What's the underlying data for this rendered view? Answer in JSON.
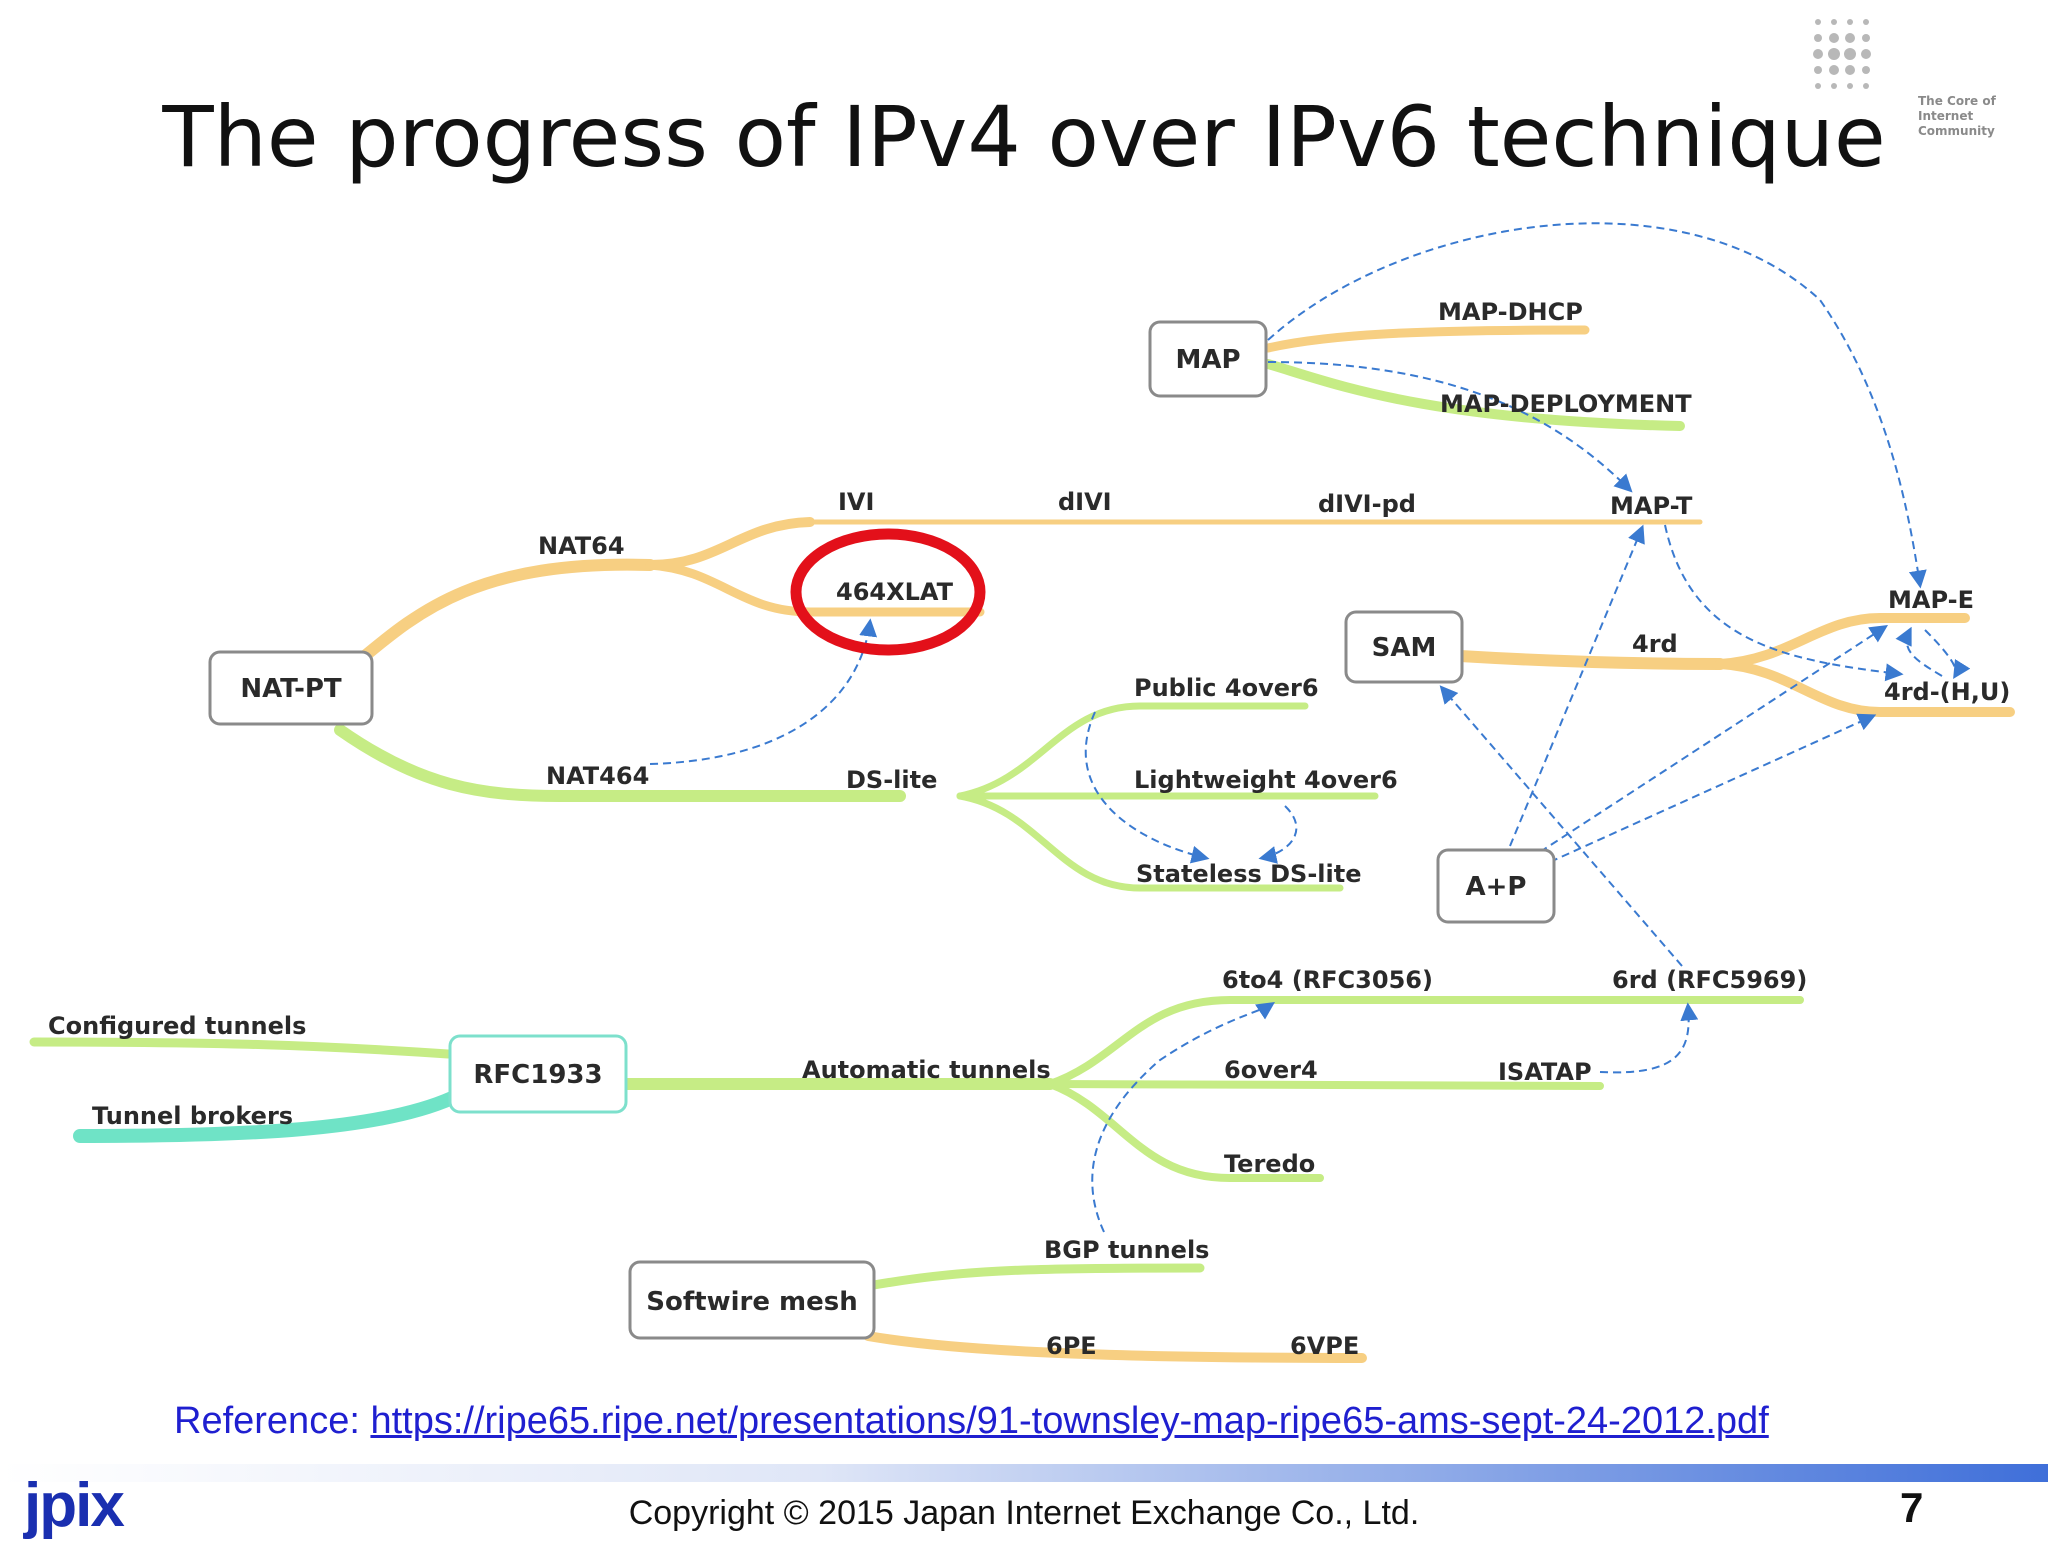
{
  "title": "The progress of IPv4 over IPv6 technique",
  "logo": {
    "line1": "The Core of",
    "line2": "Internet Community"
  },
  "nodes": {
    "map": "MAP",
    "nat_pt": "NAT-PT",
    "sam": "SAM",
    "a_p": "A+P",
    "rfc1933": "RFC1933",
    "softwire": "Softwire mesh"
  },
  "labels": {
    "map_dhcp": "MAP-DHCP",
    "map_deployment": "MAP-DEPLOYMENT",
    "ivi": "IVI",
    "divi": "dIVI",
    "divi_pd": "dIVI-pd",
    "map_t": "MAP-T",
    "nat64": "NAT64",
    "xlat": "464XLAT",
    "map_e": "MAP-E",
    "fourrd": "4rd",
    "fourrd_hu": "4rd-(H,U)",
    "public_4over6": "Public 4over6",
    "nat464": "NAT464",
    "ds_lite": "DS-lite",
    "lightweight_4over6": "Lightweight 4over6",
    "stateless_ds_lite": "Stateless DS-lite",
    "sixto4": "6to4 (RFC3056)",
    "sixrd": "6rd (RFC5969)",
    "configured_tunnels": "Configured tunnels",
    "tunnel_brokers": "Tunnel brokers",
    "automatic_tunnels": "Automatic tunnels",
    "sixover4": "6over4",
    "isatap": "ISATAP",
    "teredo": "Teredo",
    "bgp_tunnels": "BGP tunnels",
    "sixpe": "6PE",
    "sixvpe": "6VPE"
  },
  "reference": {
    "prefix": "Reference: ",
    "url": "https://ripe65.ripe.net/presentations/91-townsley-map-ripe65-ams-sept-24-2012.pdf"
  },
  "footer": {
    "brand": "jpix",
    "copyright": "Copyright © 2015 Japan Internet Exchange Co., Ltd.",
    "page": "7"
  },
  "colors": {
    "orange_branch": "#f7cf82",
    "green_branch": "#c6ec85",
    "cyan_branch": "#6fe3c6",
    "arrow": "#3a7ad0",
    "highlight": "#e3101a"
  }
}
